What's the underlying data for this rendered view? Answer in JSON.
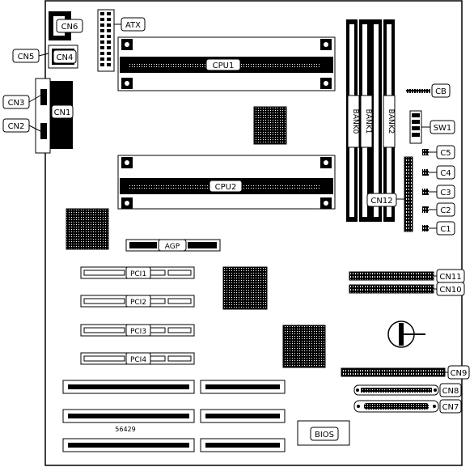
{
  "board": {
    "atx_label": "ATX",
    "cpu1_label": "CPU1",
    "cpu2_label": "CPU2",
    "agp_label": "AGP",
    "pci_labels": [
      "PCI1",
      "PCI2",
      "PCI3",
      "PCI4"
    ],
    "bank_labels": [
      "BANK0",
      "BANK1",
      "BANK2"
    ],
    "bios_label": "BIOS",
    "board_id": "56429"
  },
  "connectors": {
    "cn1": "CN1",
    "cn2": "CN2",
    "cn3": "CN3",
    "cn4": "CN4",
    "cn5": "CN5",
    "cn6": "CN6",
    "cn7": "CN7",
    "cn8": "CN8",
    "cn9": "CN9",
    "cn10": "CN10",
    "cn11": "CN11",
    "cn12": "CN12",
    "cb": "CB",
    "sw1": "SW1",
    "c1": "C1",
    "c2": "C2",
    "c3": "C3",
    "c4": "C4",
    "c5": "C5"
  }
}
